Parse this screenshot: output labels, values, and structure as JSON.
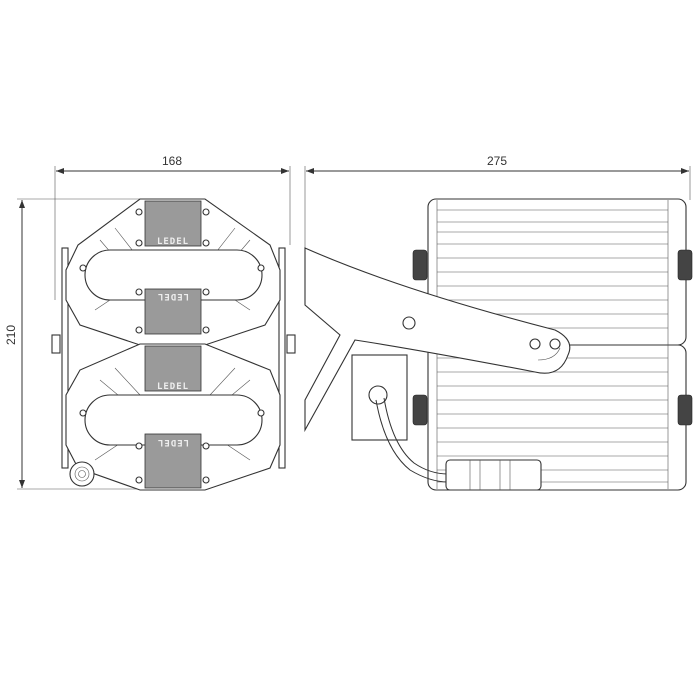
{
  "dimensions": {
    "front_width": "168",
    "side_length": "275",
    "height": "210"
  },
  "logo_text": "LEDEL",
  "colors": {
    "line": "#333333",
    "heatsink": "#9a9a9a"
  }
}
